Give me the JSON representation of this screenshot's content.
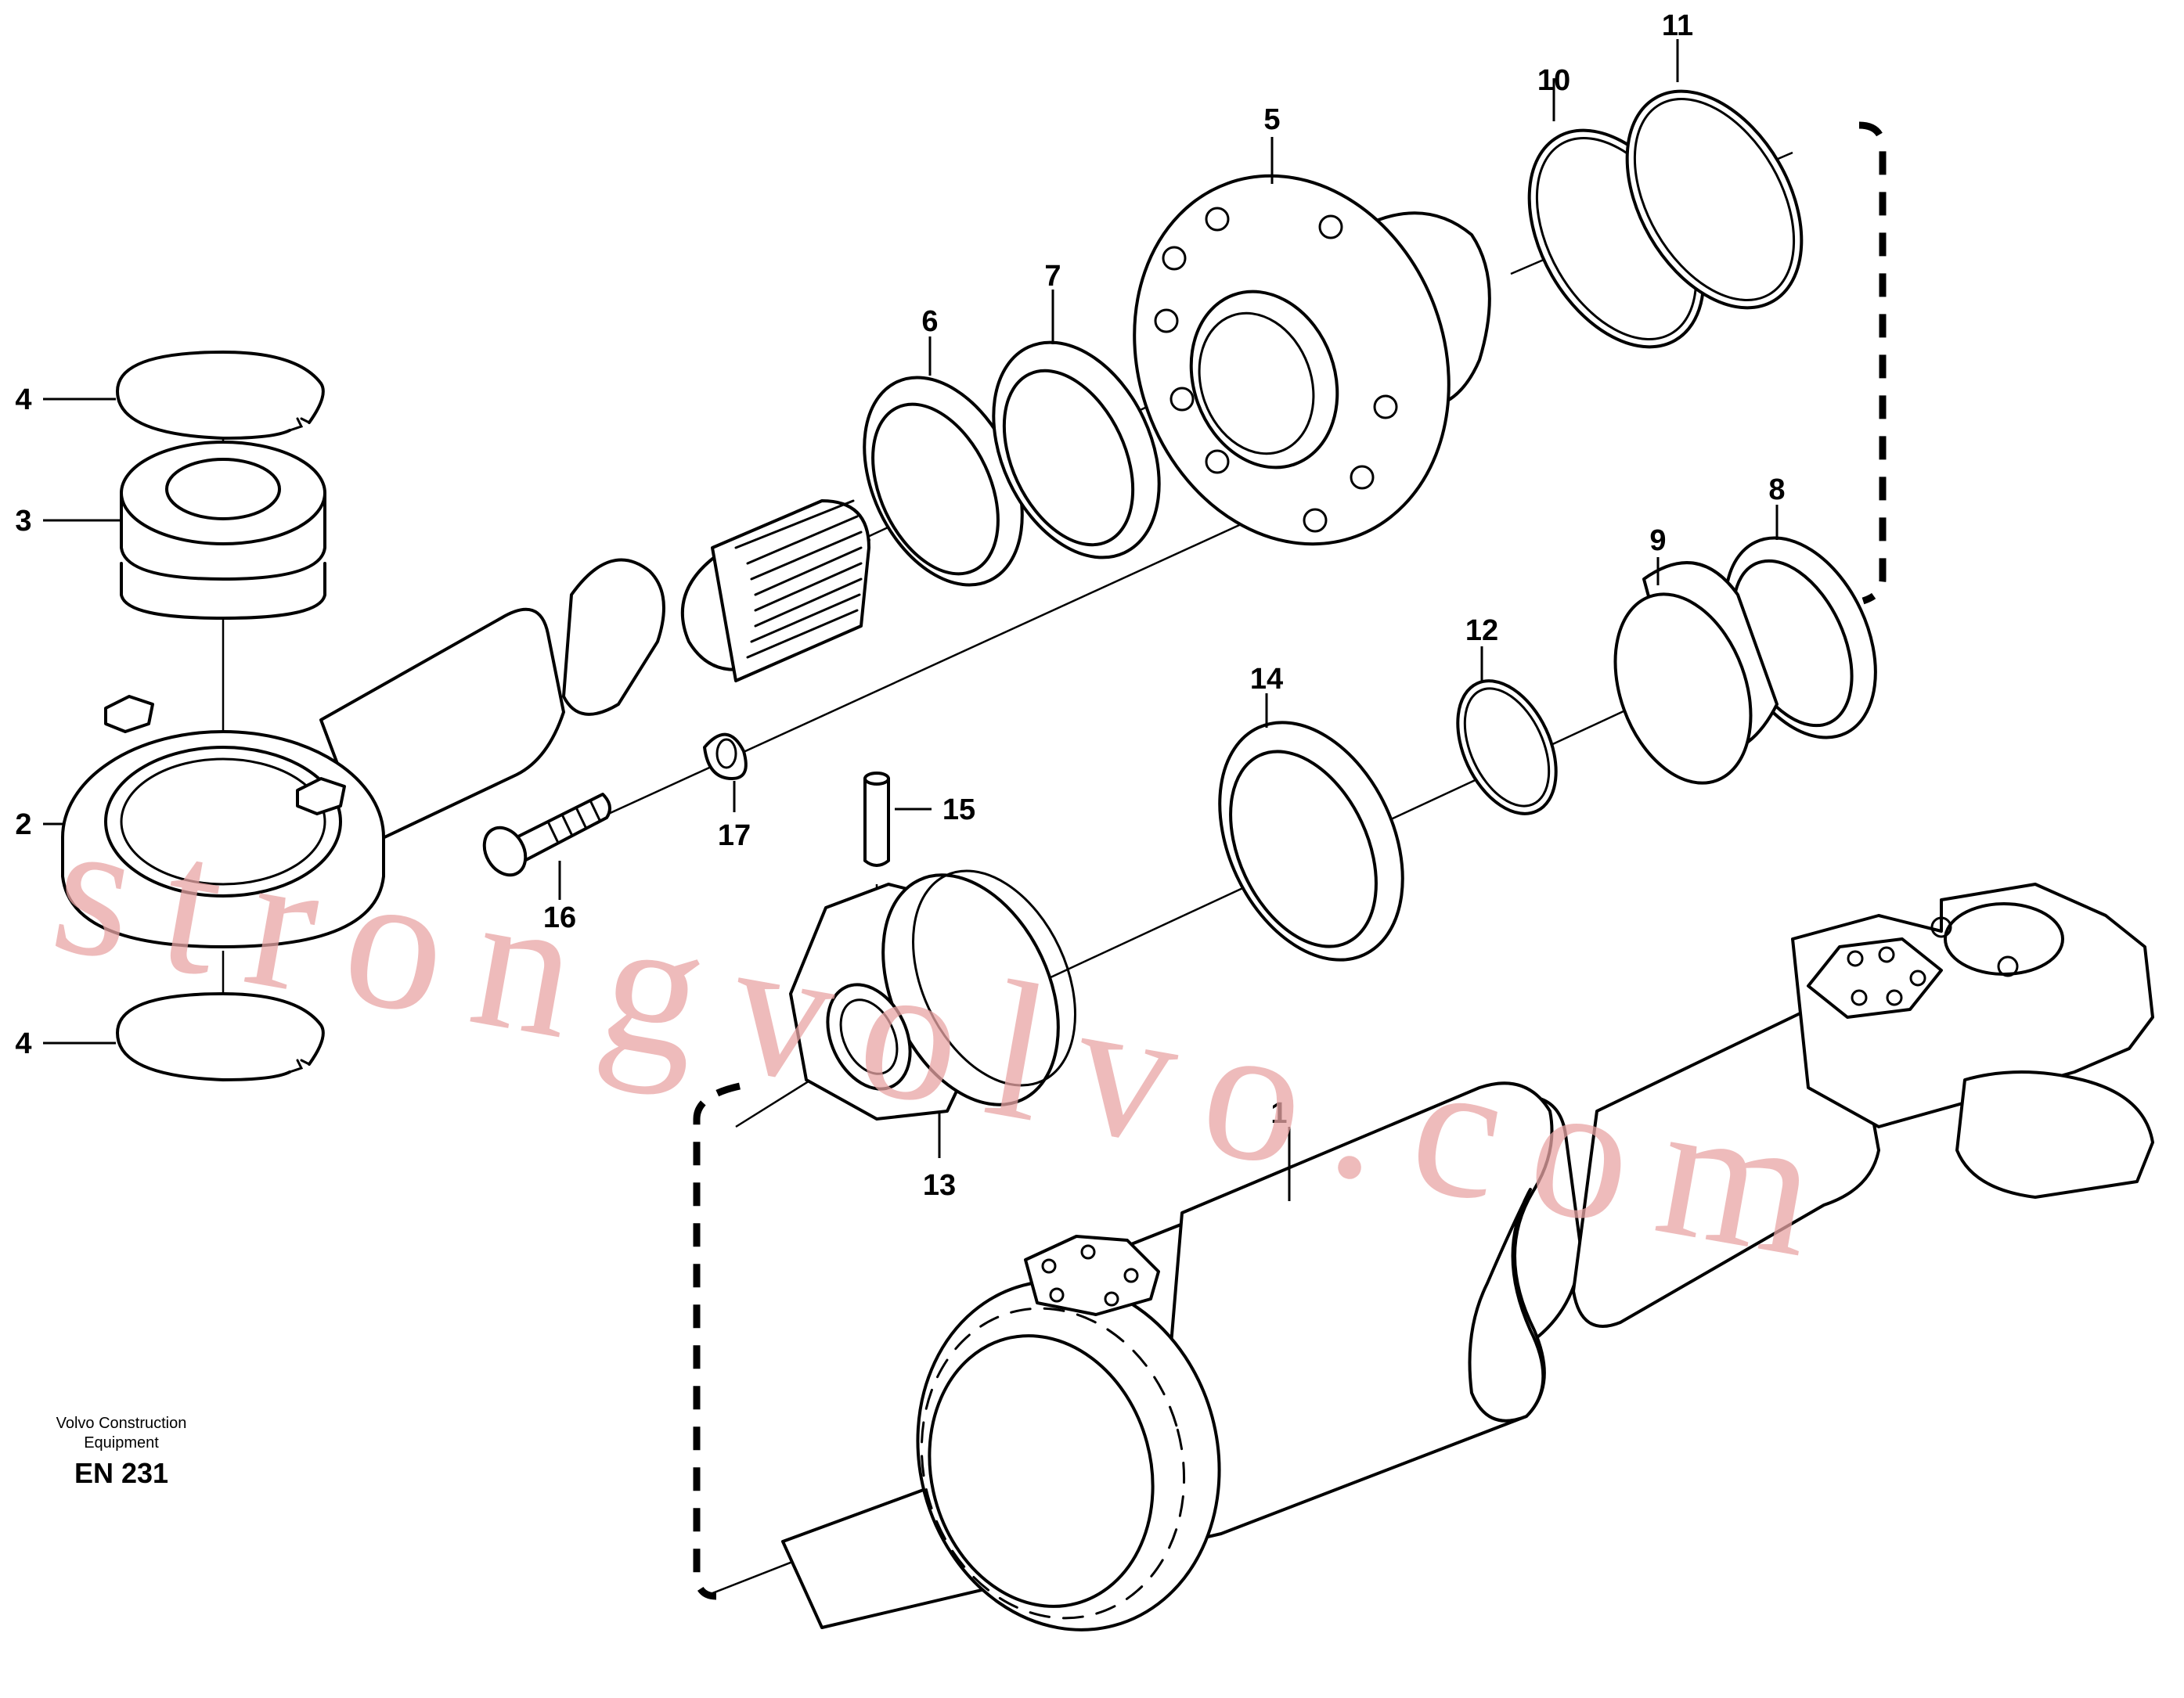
{
  "watermark": "strongvolvo.com",
  "footer": {
    "maker_line1": "Volvo Construction",
    "maker_line2": "Equipment",
    "code": "EN 231"
  },
  "callouts": {
    "c1": "1",
    "c2": "2",
    "c3": "3",
    "c4a": "4",
    "c4b": "4",
    "c5": "5",
    "c6": "6",
    "c7": "7",
    "c8": "8",
    "c9": "9",
    "c10": "10",
    "c11": "11",
    "c12": "12",
    "c13": "13",
    "c14": "14",
    "c15": "15",
    "c16": "16",
    "c17": "17"
  }
}
